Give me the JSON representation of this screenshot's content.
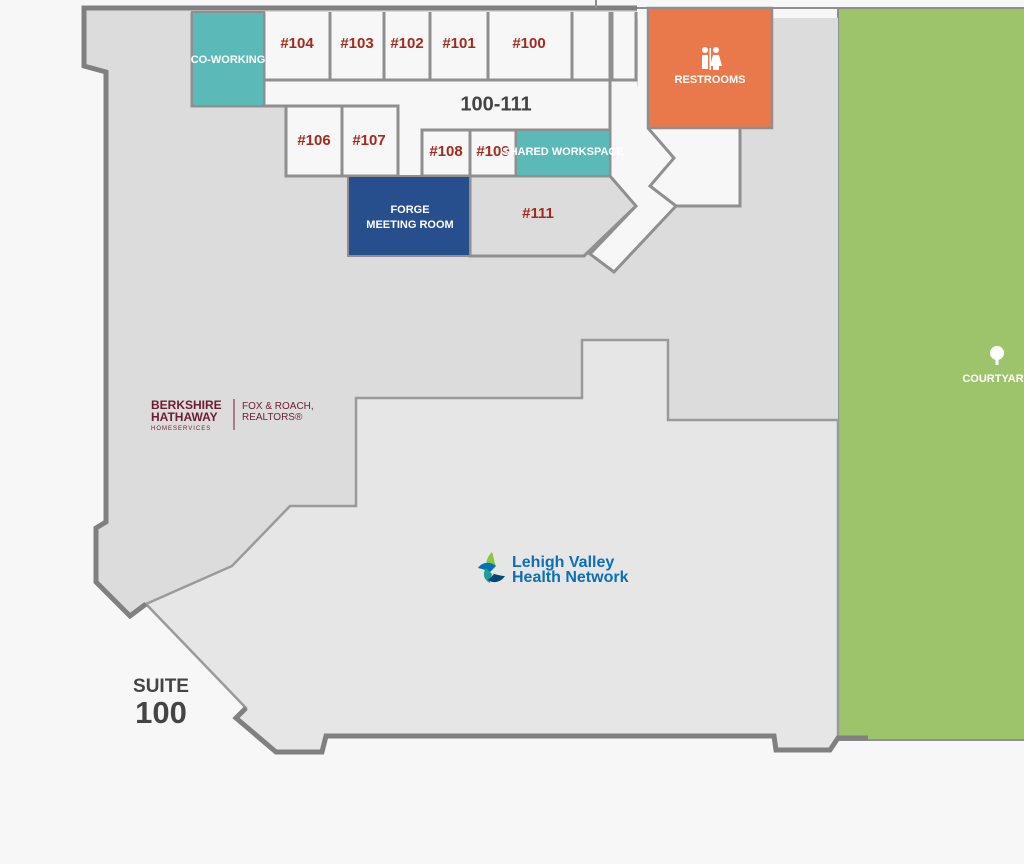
{
  "map": {
    "suite_number_label": "SUITE",
    "suite_number": "100",
    "block_label": "100-111",
    "rooms": {
      "r100": "#100",
      "r101": "#101",
      "r102": "#102",
      "r103": "#103",
      "r104": "#104",
      "r106": "#106",
      "r107": "#107",
      "r108": "#108",
      "r109": "#109",
      "r111": "#111"
    },
    "co_working": "CO-WORKING",
    "shared_workspace": "SHARED WORKSPACE",
    "forge_line1": "FORGE",
    "forge_line2": "MEETING ROOM",
    "restrooms": "RESTROOMS",
    "courtyard": "COURTYARD",
    "tenants": {
      "berkshire_line1": "BERKSHIRE",
      "berkshire_line2": "HATHAWAY",
      "berkshire_line3": "HOMESERVICES",
      "fox_line1": "FOX & ROACH,",
      "fox_line2": "REALTORS®",
      "lvhn_line1": "Lehigh Valley",
      "lvhn_line2": "Health Network"
    },
    "icons": {
      "restroom": "restroom-icon",
      "courtyard": "tree-icon",
      "lvhn_logo": "lvhn-logo-icon"
    },
    "colors": {
      "floor": "#dcdcdc",
      "lvhn_area": "#e6e6e6",
      "room": "#f7f7f7",
      "teal": "#5bbab8",
      "navy": "#284f8d",
      "orange": "#e9784b",
      "courtyard": "#9dc46b",
      "room_text": "#a32a1f",
      "berkshire": "#6e1c33"
    }
  }
}
